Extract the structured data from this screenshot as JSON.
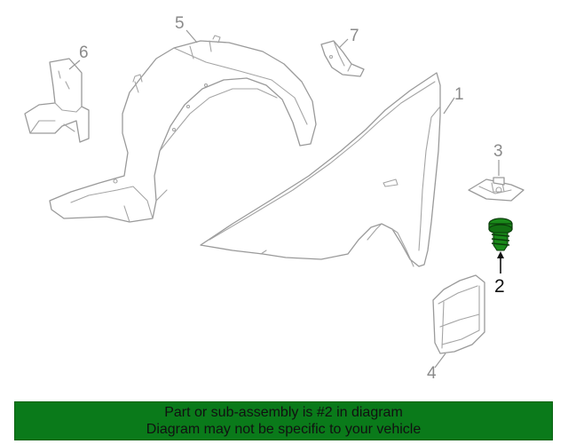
{
  "colors": {
    "banner_bg": "#0a7a1a",
    "highlight_part": "#1a8a1a",
    "part_outline": "#9a9a9a"
  },
  "callouts": [
    {
      "id": "1",
      "label": "1"
    },
    {
      "id": "2",
      "label": "2",
      "highlighted": true
    },
    {
      "id": "3",
      "label": "3"
    },
    {
      "id": "4",
      "label": "4"
    },
    {
      "id": "5",
      "label": "5"
    },
    {
      "id": "6",
      "label": "6"
    },
    {
      "id": "7",
      "label": "7"
    }
  ],
  "banner": {
    "line1": "Part or sub-assembly is #2 in diagram",
    "line2": "Diagram may not be specific to your vehicle"
  }
}
